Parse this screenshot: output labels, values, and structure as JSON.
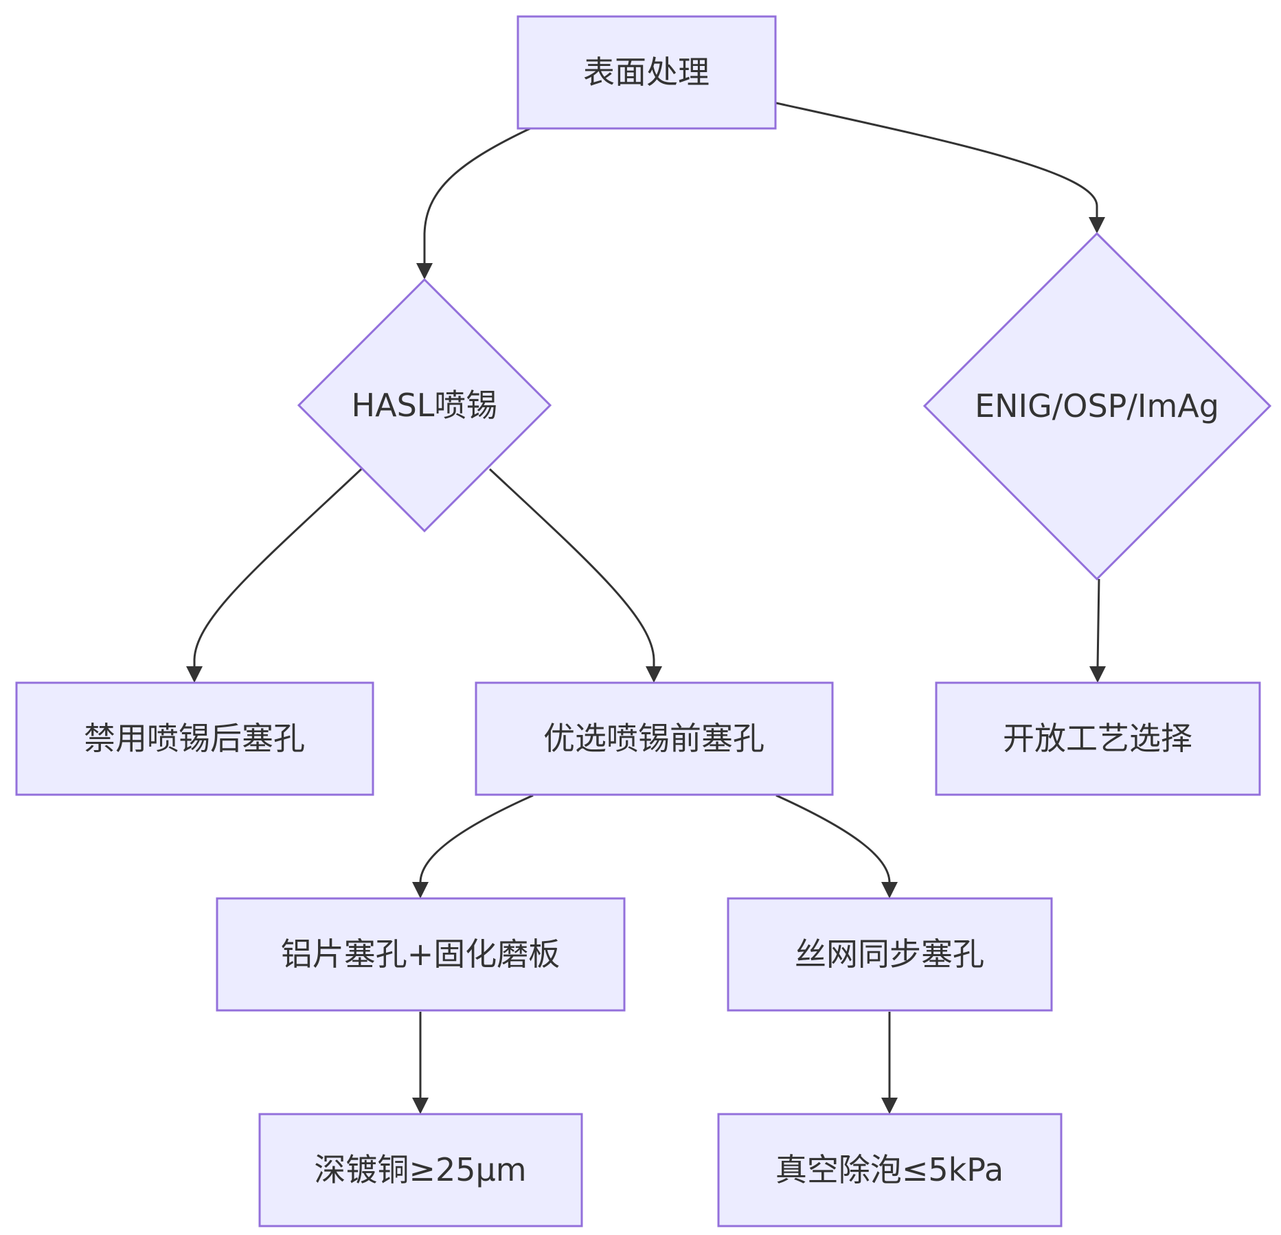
{
  "nodes": {
    "surface": "表面处理",
    "hasl": "HASL喷锡",
    "enig": "ENIG/OSP/ImAg",
    "no_plug_after": "禁用喷锡后塞孔",
    "plug_before": "优选喷锡前塞孔",
    "open_process": "开放工艺选择",
    "aluminum_plug": "铝片塞孔+固化磨板",
    "screen_plug": "丝网同步塞孔",
    "deep_plating": "深镀铜≥25μm",
    "vacuum": "真空除泡≤5kPa"
  },
  "edges": [
    {
      "from": "surface",
      "to": "hasl"
    },
    {
      "from": "surface",
      "to": "enig"
    },
    {
      "from": "hasl",
      "to": "no_plug_after"
    },
    {
      "from": "hasl",
      "to": "plug_before"
    },
    {
      "from": "enig",
      "to": "open_process"
    },
    {
      "from": "plug_before",
      "to": "aluminum_plug"
    },
    {
      "from": "plug_before",
      "to": "screen_plug"
    },
    {
      "from": "aluminum_plug",
      "to": "deep_plating"
    },
    {
      "from": "screen_plug",
      "to": "vacuum"
    }
  ],
  "colors": {
    "node_fill": "#ECECFF",
    "node_stroke": "#9370DB",
    "edge": "#333333",
    "text": "#333333"
  }
}
